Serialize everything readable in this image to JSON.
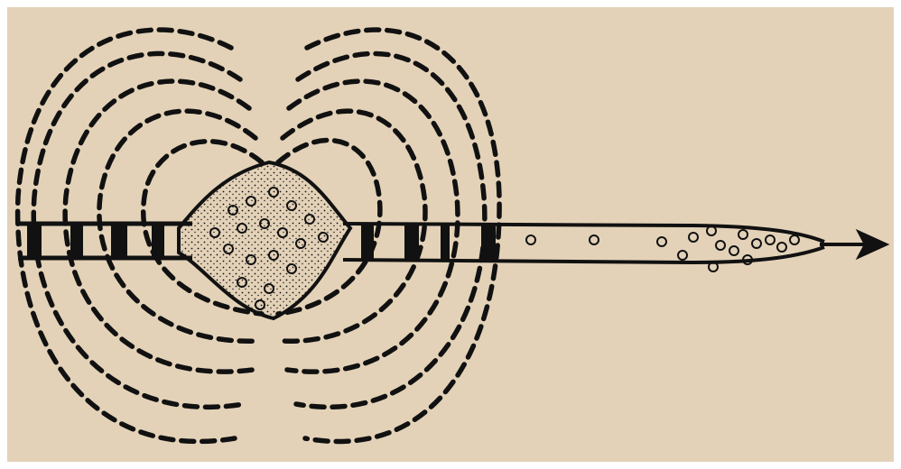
{
  "figure": {
    "background_color": "#E3D2B8",
    "frame_color": "#FFFFFF",
    "ink_color": "#111111",
    "field_line_style": "dashed",
    "field_line_loops_per_side": 5,
    "contents": [
      "field-lines",
      "tube",
      "central-bulge",
      "particles",
      "arrow"
    ],
    "arrow_direction": "right",
    "printed_text": []
  }
}
